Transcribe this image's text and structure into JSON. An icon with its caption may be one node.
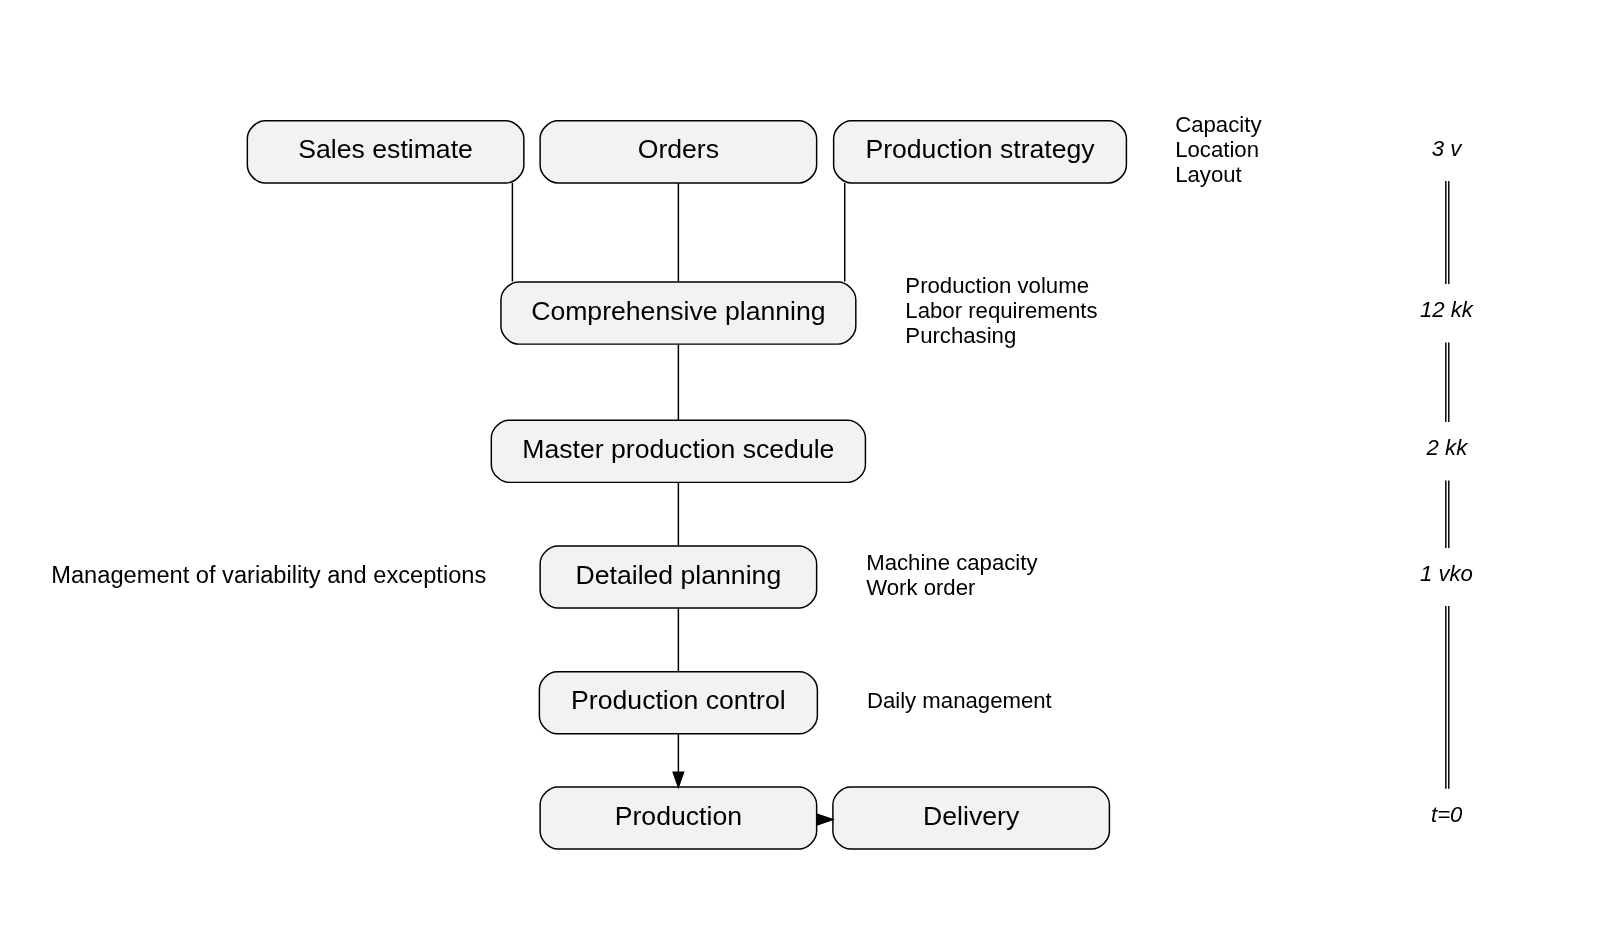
{
  "diagram": {
    "nodes": [
      {
        "text": [
          "Sales estimate"
        ]
      },
      {
        "text": [
          "Orders"
        ]
      },
      {
        "text": [
          "Production strategy"
        ],
        "beside": [
          "Capacity",
          "Location",
          "Layout"
        ]
      },
      {
        "text": [
          "Comprehensive planning"
        ],
        "beside": [
          "Production volume",
          "Labor requirements",
          "Purchasing"
        ]
      },
      {
        "text": [
          "Master production scedule"
        ]
      },
      {
        "text": [
          "Detailed planning"
        ],
        "beside": [
          "Machine capacity",
          "Work order"
        ]
      },
      {
        "text": [
          "Production control"
        ],
        "beside": [
          "Daily management"
        ]
      },
      {
        "text": [
          "Production"
        ]
      },
      {
        "text": [
          "Delivery"
        ]
      }
    ],
    "edges": [
      {
        "from": 0,
        "to": 3,
        "arrow": "none"
      },
      {
        "from": 1,
        "to": 3,
        "arrow": "none"
      },
      {
        "from": 2,
        "to": 3,
        "arrow": "none"
      },
      {
        "from": 3,
        "to": 4,
        "arrow": "none"
      },
      {
        "from": 4,
        "to": 5,
        "arrow": "none"
      },
      {
        "from": 5,
        "to": 6,
        "arrow": "none"
      },
      {
        "from": 6,
        "to": 7,
        "arrow": "to"
      },
      {
        "from": 7,
        "to": 8,
        "arrow": "to"
      }
    ],
    "labels": [
      "Management of variability and exceptions",
      "3 v",
      "12 kk",
      "2 kk",
      "1 vko",
      "t=0"
    ]
  }
}
